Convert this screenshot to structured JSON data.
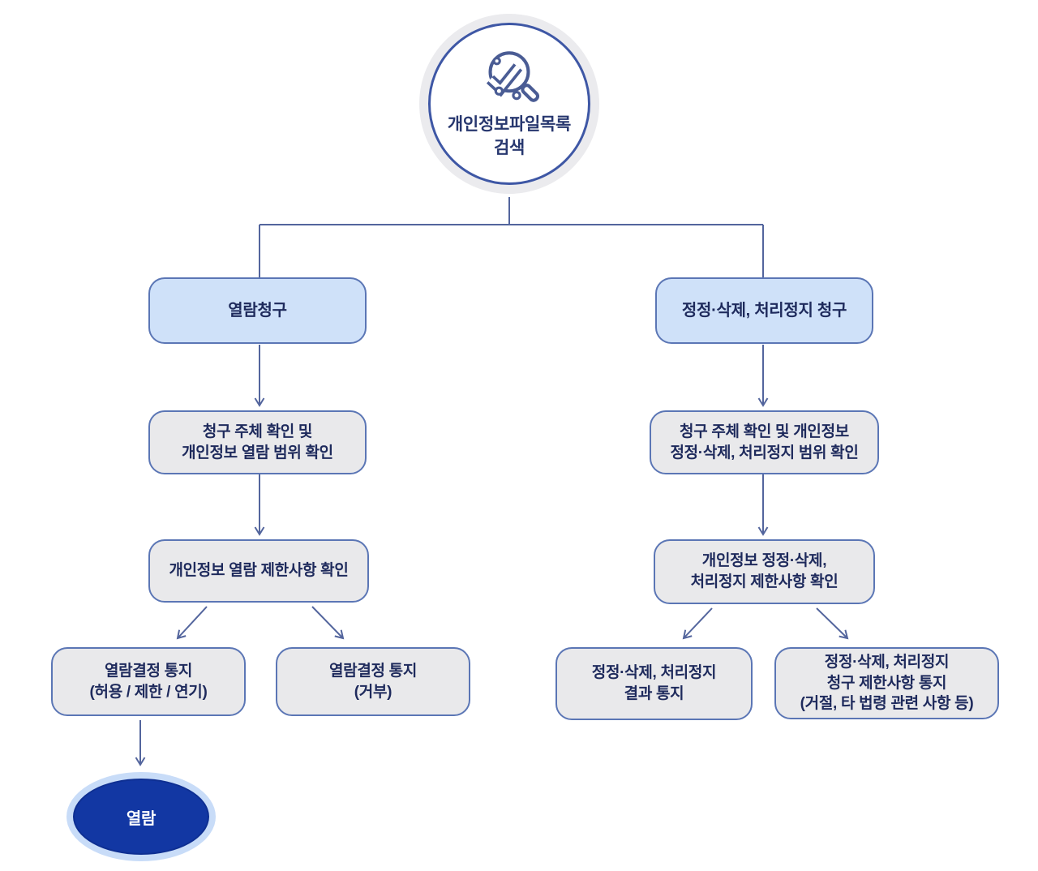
{
  "root": {
    "label": "개인정보파일목록\n검색",
    "icon": "magnifier-check-icon"
  },
  "left_branch": {
    "request": "열람청구",
    "verify": "청구 주체 확인 및\n개인정보 열람 범위 확인",
    "restriction": "개인정보 열람 제한사항 확인",
    "notice_allow": "열람결정 통지\n(허용 / 제한 / 연기)",
    "notice_deny": "열람결정 통지\n(거부)",
    "final": "열람"
  },
  "right_branch": {
    "request": "정정·삭제, 처리정지 청구",
    "verify": "청구 주체 확인 및 개인정보\n정정·삭제, 처리정지 범위 확인",
    "restriction": "개인정보 정정·삭제,\n처리정지 제한사항 확인",
    "notice_result": "정정·삭제, 처리정지\n결과 통지",
    "notice_restriction": "정정·삭제, 처리정지\n청구 제한사항 통지\n(거절, 타 법령 관련 사항 등)"
  },
  "colors": {
    "background": "#ffffff",
    "highlight_fill": "#cfe1f9",
    "node_fill": "#e9e9eb",
    "node_border": "#5b76b5",
    "connector": "#53659d",
    "text": "#1e2a5c",
    "root_border": "#3e57a5",
    "root_ring": "#ebebee",
    "final_fill": "#1237a3",
    "final_ring": "#c8dcf8",
    "final_text": "#ffffff"
  }
}
